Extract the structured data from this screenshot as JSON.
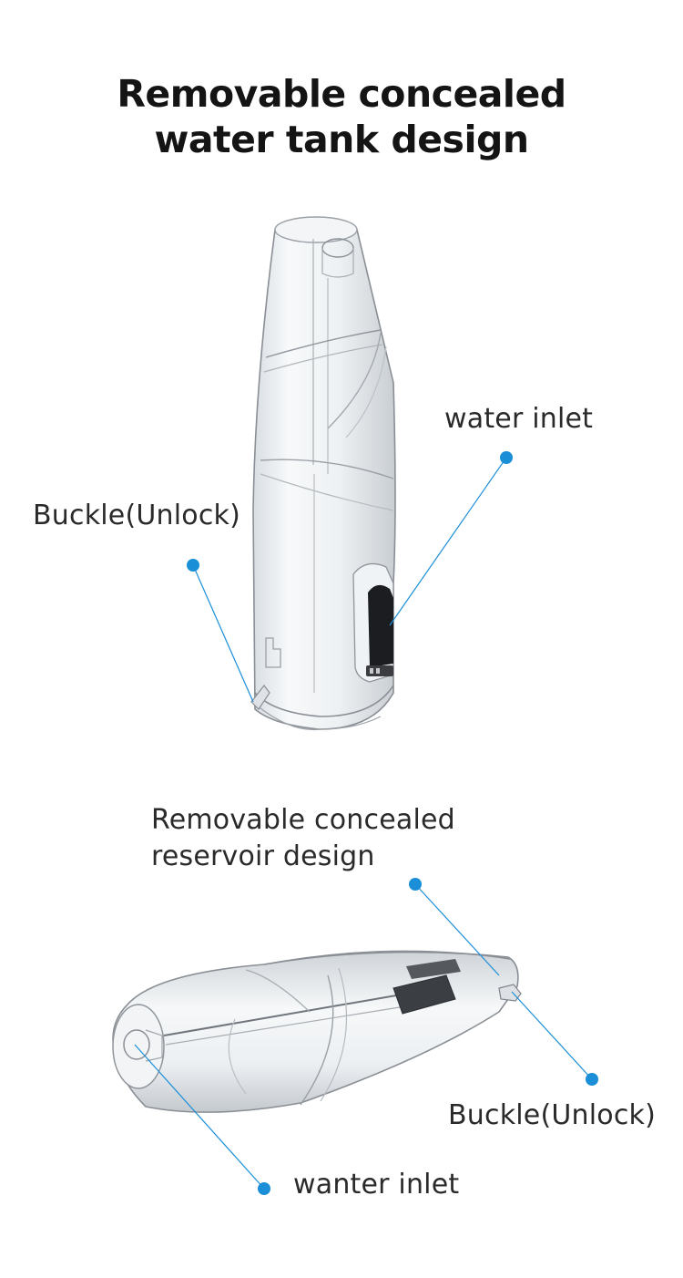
{
  "title": {
    "line1": "Removable concealed",
    "line2": "water tank design"
  },
  "top_product": {
    "water_inlet_label": "water inlet",
    "buckle_label": "Buckle(Unlock)"
  },
  "bottom_product": {
    "reservoir_label_line1": "Removable concealed",
    "reservoir_label_line2": "reservoir design",
    "buckle_label": "Buckle(Unlock)",
    "inlet_label": "wanter inlet"
  },
  "colors": {
    "callout": "#1a8fd8",
    "tank_outline": "#8a8f95",
    "tank_fill": "#eef1f4"
  }
}
